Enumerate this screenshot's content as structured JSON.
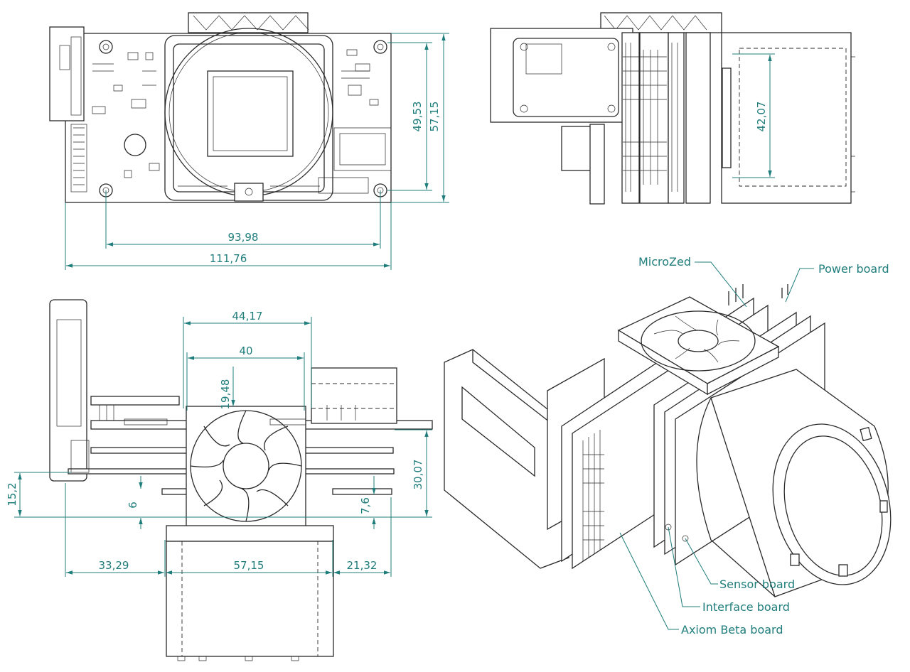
{
  "dimensions": {
    "top_view": {
      "hole_spacing_width": "93,98",
      "board_width": "111,76",
      "hole_spacing_height": "49,53",
      "board_height": "57,15"
    },
    "side_view": {
      "sensor_height": "42,07"
    },
    "front_view": {
      "fan_outer": "44,17",
      "fan_inner": "40",
      "fan_depth": "19,48",
      "stack_height": "30,07",
      "left_height": "15,2",
      "spacer_left": "6",
      "spacer_right": "7,6",
      "left_offset": "33,29",
      "lens_width": "57,15",
      "right_offset": "21,32"
    }
  },
  "callouts": {
    "microzed": "MicroZed",
    "power_board": "Power board",
    "sensor_board": "Sensor board",
    "interface_board": "Interface board",
    "axiom_beta_board": "Axiom Beta board"
  },
  "colors": {
    "line": "#2a2a2a",
    "dimension": "#1f7d7b",
    "background": "#ffffff"
  }
}
